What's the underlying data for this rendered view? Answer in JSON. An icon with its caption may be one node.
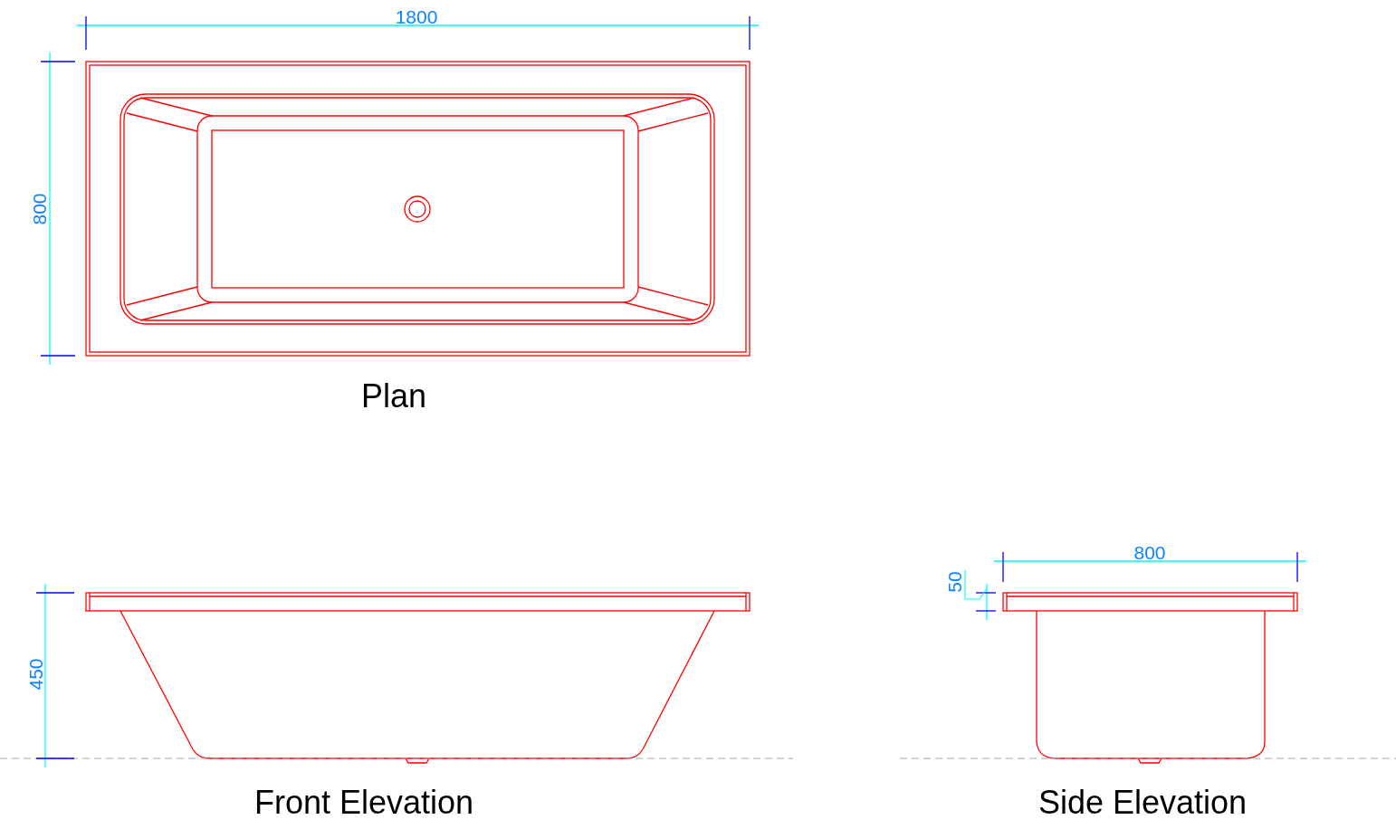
{
  "diagram": {
    "labels": [
      "1800",
      "800",
      "Plan",
      "800",
      "50",
      "450",
      "Front Elevation",
      "Side Elevation"
    ]
  }
}
